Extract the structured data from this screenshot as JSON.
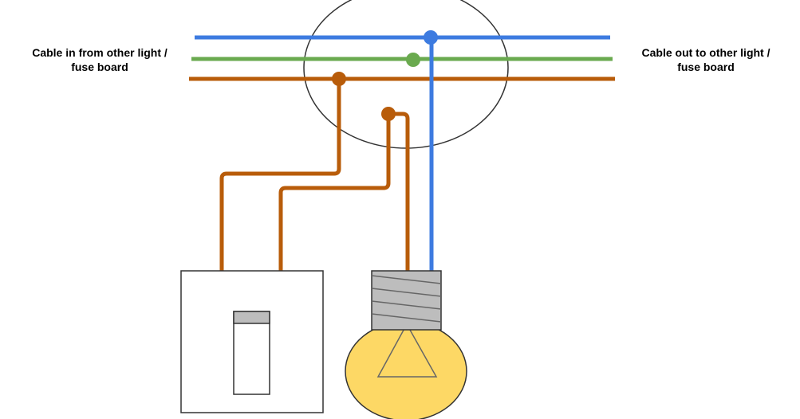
{
  "labels": {
    "cable_in_line1": "Cable in from other light /",
    "cable_in_line2": "fuse board",
    "cable_out_line1": "Cable out to other light /",
    "cable_out_line2": "fuse board"
  },
  "colors": {
    "neutral_wire": "#3d7be0",
    "earth_wire": "#6aaa4f",
    "live_wire": "#b85c0a",
    "bulb_glass": "#fdd865",
    "bulb_cap": "#bdbdbd",
    "outline": "#333333"
  },
  "components": {
    "junction": "ceiling-rose-junction",
    "switch": "light-switch",
    "bulb": "light-bulb"
  }
}
